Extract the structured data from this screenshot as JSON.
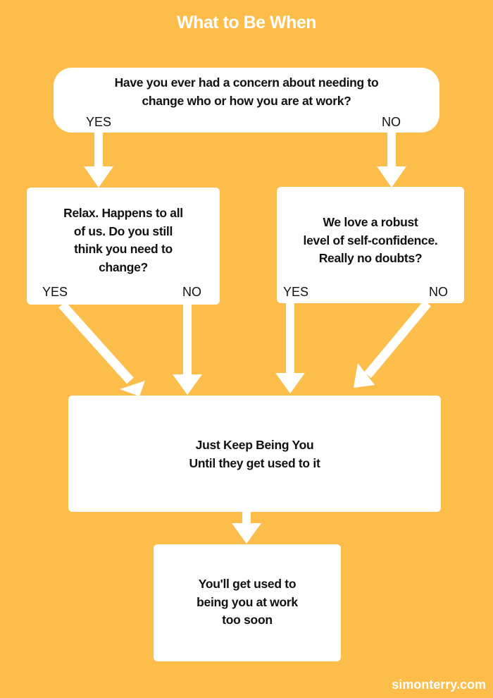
{
  "title": "What to Be When",
  "nodes": {
    "start": {
      "lines": [
        "Have you ever had a concern about needing to",
        "change who or how you are at work?"
      ],
      "yes": "YES",
      "no": "NO"
    },
    "relax": {
      "lines": [
        "Relax. Happens to all",
        "of us. Do you still",
        "think you need to",
        "change?"
      ],
      "yes": "YES",
      "no": "NO"
    },
    "confident": {
      "lines": [
        "We love a robust",
        "level of self-confidence.",
        "Really no doubts?"
      ],
      "yes": "YES",
      "no": "NO"
    },
    "keep": {
      "lines": [
        "Just Keep Being You",
        "Until they get used to it"
      ]
    },
    "end": {
      "lines": [
        "You'll get used to",
        "being you at work",
        "too soon"
      ]
    }
  },
  "footer": "simonterry.com",
  "colors": {
    "background": "#FDBD4B",
    "box": "#FFFFFF",
    "text": "#111111"
  }
}
